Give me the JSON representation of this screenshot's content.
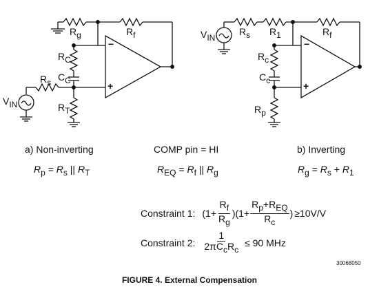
{
  "left_circuit": {
    "caption": "a) Non-inverting",
    "equation": {
      "lhs": "R",
      "lhs_sub": "p",
      "eq": " = ",
      "a": "R",
      "a_sub": "s",
      "par": " || ",
      "b": "R",
      "b_sub": "T"
    },
    "labels": {
      "rg": "R",
      "rg_sub": "g",
      "rf": "R",
      "rf_sub": "f",
      "rc": "R",
      "rc_sub": "C",
      "cc": "C",
      "cc_sub": "C",
      "rs": "R",
      "rs_sub": "s",
      "rt": "R",
      "rt_sub": "T",
      "vin": "V",
      "vin_sub": "IN",
      "minus": "−",
      "plus": "+"
    }
  },
  "center": {
    "caption": "COMP pin = HI",
    "equation": {
      "lhs": "R",
      "lhs_sub": "EQ",
      "eq": " = ",
      "a": "R",
      "a_sub": "f",
      "par": " || ",
      "b": "R",
      "b_sub": "g"
    }
  },
  "right_circuit": {
    "caption": "b) Inverting",
    "equation": {
      "lhs": "R",
      "lhs_sub": "g",
      "eq": " = ",
      "a": "R",
      "a_sub": "s",
      "plus": " + ",
      "b": "R",
      "b_sub": "1"
    },
    "labels": {
      "rs": "R",
      "rs_sub": "s",
      "r1": "R",
      "r1_sub": "1",
      "rf": "R",
      "rf_sub": "f",
      "rc": "R",
      "rc_sub": "c",
      "cc": "C",
      "cc_sub": "c",
      "rp": "R",
      "rp_sub": "p",
      "vin": "V",
      "vin_sub": "IN",
      "minus": "−",
      "plus": "+"
    }
  },
  "constraint1": {
    "label": "Constraint 1:",
    "open1": "(1+",
    "f1_num": "R",
    "f1_num_sub": "f",
    "f1_den": "R",
    "f1_den_sub": "g",
    "close1": ")(1+",
    "f2_num_a": "R",
    "f2_num_a_sub": "p",
    "f2_num_plus": "+R",
    "f2_num_b_sub": "EQ",
    "f2_den": "R",
    "f2_den_sub": "c",
    "close2": ")",
    "rhs": "≥10V/V"
  },
  "constraint2": {
    "label": "Constraint 2:",
    "num": "1",
    "den": "2πC",
    "den_sub1": "c",
    "den_mid": "R",
    "den_sub2": "c",
    "rhs": "≤ 90 MHz"
  },
  "figure_number": "30068050",
  "figure_caption": "FIGURE 4. External Compensation",
  "colors": {
    "ink": "#111111",
    "background": "#ffffff"
  }
}
